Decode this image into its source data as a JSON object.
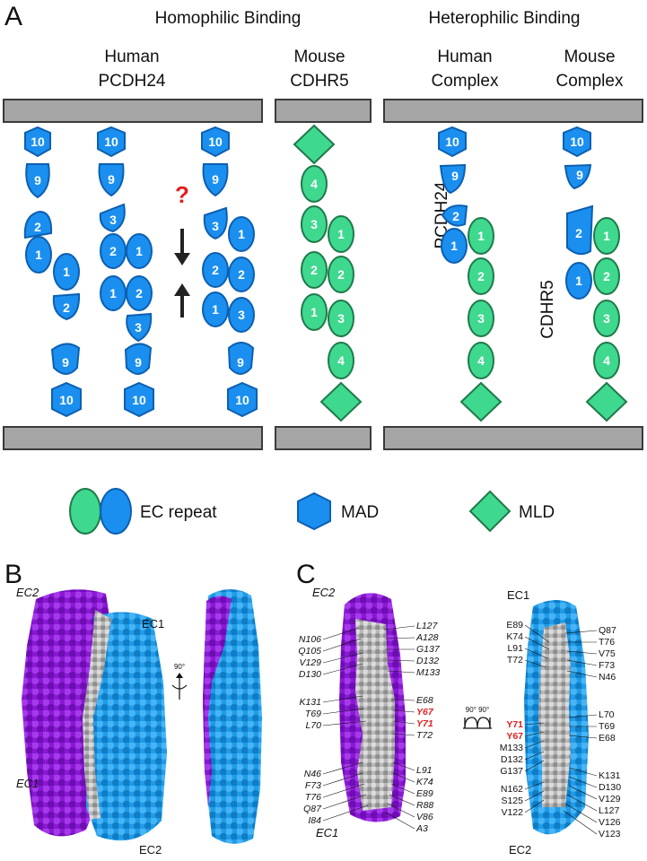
{
  "panel_labels": {
    "a": "A",
    "b": "B",
    "c": "C"
  },
  "headers": {
    "homophilic": "Homophilic Binding",
    "heterophilic": "Heterophilic Binding",
    "human_pcdh24": [
      "Human",
      "PCDH24"
    ],
    "mouse_cdhr5": [
      "Mouse",
      "CDHR5"
    ],
    "human_complex": [
      "Human",
      "Complex"
    ],
    "mouse_complex": [
      "Mouse",
      "Complex"
    ]
  },
  "side_labels": {
    "pcdh24": "PCDH24",
    "cdhr5": "CDHR5"
  },
  "question_mark": "?",
  "domain_numbers": {
    "n1": "1",
    "n2": "2",
    "n3": "3",
    "n4": "4",
    "n9": "9",
    "n10": "10"
  },
  "legend": {
    "ec_repeat": "EC repeat",
    "mad": "MAD",
    "mld": "MLD"
  },
  "colors": {
    "pcdh24_fill": "#1a8fef",
    "pcdh24_stroke": "#0d5fb0",
    "cdhr5_fill": "#3fd88f",
    "cdhr5_stroke": "#1f7a4a",
    "membrane_fill": "#a5a5a5",
    "membrane_stroke": "#3a3a3a",
    "highlight": "#e02020",
    "surface_purple": "#8a17d6",
    "surface_blue": "#1f9be8",
    "interface_gray": "#b8b8b8"
  },
  "panel_b": {
    "ec2_top": "EC2",
    "ec1_right": "EC1",
    "ec1_bottom": "EC1",
    "ec2_bottom": "EC2",
    "rotation": "90°"
  },
  "panel_c": {
    "ec2_top": "EC2",
    "ec1_bottom": "EC1",
    "ec1_top_right": "EC1",
    "ec2_bottom_right": "EC2",
    "book_label": "90° 90°",
    "left_col1": [
      "N106",
      "Q105",
      "V129",
      "D130"
    ],
    "left_col2": [
      "L127",
      "A128",
      "G137",
      "D132",
      "M133"
    ],
    "left_mid1": [
      "K131",
      "T69",
      "L70"
    ],
    "left_mid2": [
      "E68",
      "Y67",
      "Y71",
      "T72"
    ],
    "left_bot1": [
      "N46",
      "F73",
      "T76",
      "Q87",
      "I84"
    ],
    "left_bot2": [
      "L91",
      "K74",
      "E89",
      "R88",
      "V86",
      "A3"
    ],
    "right_top1": [
      "E89",
      "K74",
      "L91",
      "T72"
    ],
    "right_top2": [
      "Q87",
      "T76",
      "V75",
      "F73",
      "N46"
    ],
    "right_mid1": [
      "Y71",
      "Y67",
      "M133",
      "D132",
      "G137"
    ],
    "right_mid2": [
      "L70",
      "T69",
      "E68"
    ],
    "right_bot1": [
      "N162",
      "S125",
      "V122"
    ],
    "right_bot2": [
      "K131",
      "D130",
      "V129",
      "L127",
      "V126",
      "V123"
    ]
  }
}
